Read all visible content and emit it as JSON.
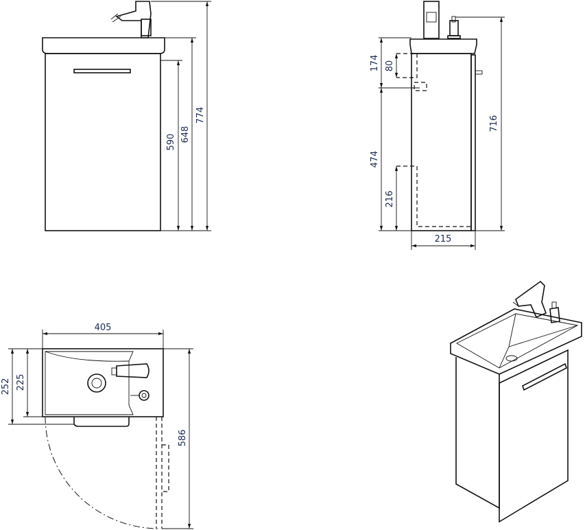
{
  "front_view": {
    "dims": {
      "total_height": "774",
      "sink_height": "648",
      "cabinet_height": "590"
    }
  },
  "side_view": {
    "dims": {
      "drain_top": "174",
      "drain_zone": "80",
      "drain_height": "474",
      "water_zone": "216",
      "faucet_height": "716",
      "depth": "215"
    }
  },
  "top_view": {
    "dims": {
      "width": "405",
      "depth_total": "252",
      "depth_basin": "225",
      "door_swing": "586"
    }
  },
  "colors": {
    "line": "#111111",
    "dimension_text": "#1a2a50"
  }
}
